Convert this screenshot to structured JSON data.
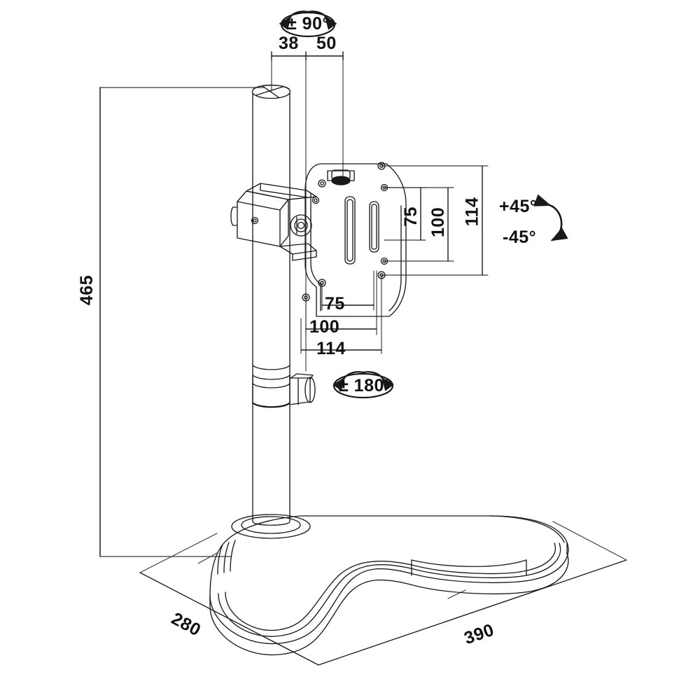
{
  "drawing": {
    "title": "Monitor desk stand - dimensioned technical drawing",
    "units": "mm",
    "line_color": "#1a1a1a",
    "text_color": "#111111",
    "background": "#ffffff"
  },
  "dimensions": {
    "height_total": "465",
    "offset_near": "38",
    "offset_far": "50",
    "vesa_vertical_inner": "75",
    "vesa_vertical_mid": "100",
    "vesa_vertical_outer": "114",
    "vesa_horizontal_inner": "75",
    "vesa_horizontal_mid": "100",
    "vesa_horizontal_outer": "114",
    "base_depth": "280",
    "base_width": "390"
  },
  "annotations": {
    "pole_rotation": "± 90°",
    "base_rotation": "± 180°",
    "tilt_up": "+45°",
    "tilt_down": "-45°"
  },
  "icons": {
    "rotation_ellipse": "rotation-ellipse-icon",
    "tilt_arrow": "tilt-curved-arrow-icon",
    "swivel_arrow": "swivel-arrow-icon"
  }
}
